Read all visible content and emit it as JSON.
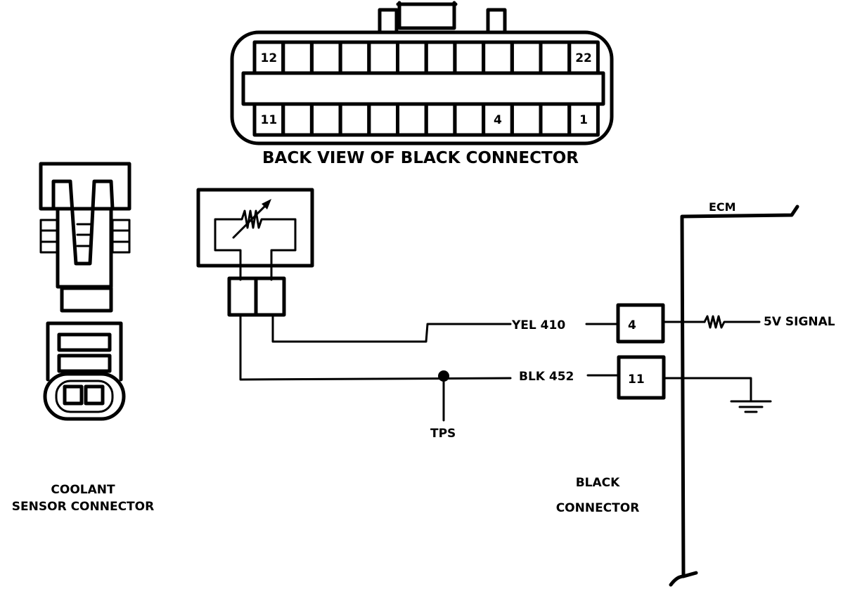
{
  "diagram": {
    "black_connector": {
      "title": "BACK VIEW OF BLACK CONNECTOR",
      "top_row_pins": [
        "12",
        "",
        "",
        "",
        "",
        "",
        "",
        "",
        "",
        "",
        "",
        "22"
      ],
      "bottom_row_pins": [
        "11",
        "",
        "",
        "",
        "",
        "",
        "",
        "",
        "4",
        "",
        "",
        "1"
      ]
    },
    "coolant_sensor": {
      "label_line1": "COOLANT",
      "label_line2": "SENSOR CONNECTOR"
    },
    "tps": {
      "label": "TPS"
    },
    "wires": [
      {
        "label": "YEL 410",
        "pin": "4",
        "ecm_side": "5V SIGNAL"
      },
      {
        "label": "BLK 452",
        "pin": "11",
        "ecm_side": "ground"
      }
    ],
    "ecm": {
      "label": "ECM",
      "connector_label_line1": "BLACK",
      "connector_label_line2": "CONNECTOR"
    },
    "icons": [
      "variable-resistor-icon",
      "resistor-icon",
      "ground-icon",
      "splice-dot-icon"
    ]
  }
}
